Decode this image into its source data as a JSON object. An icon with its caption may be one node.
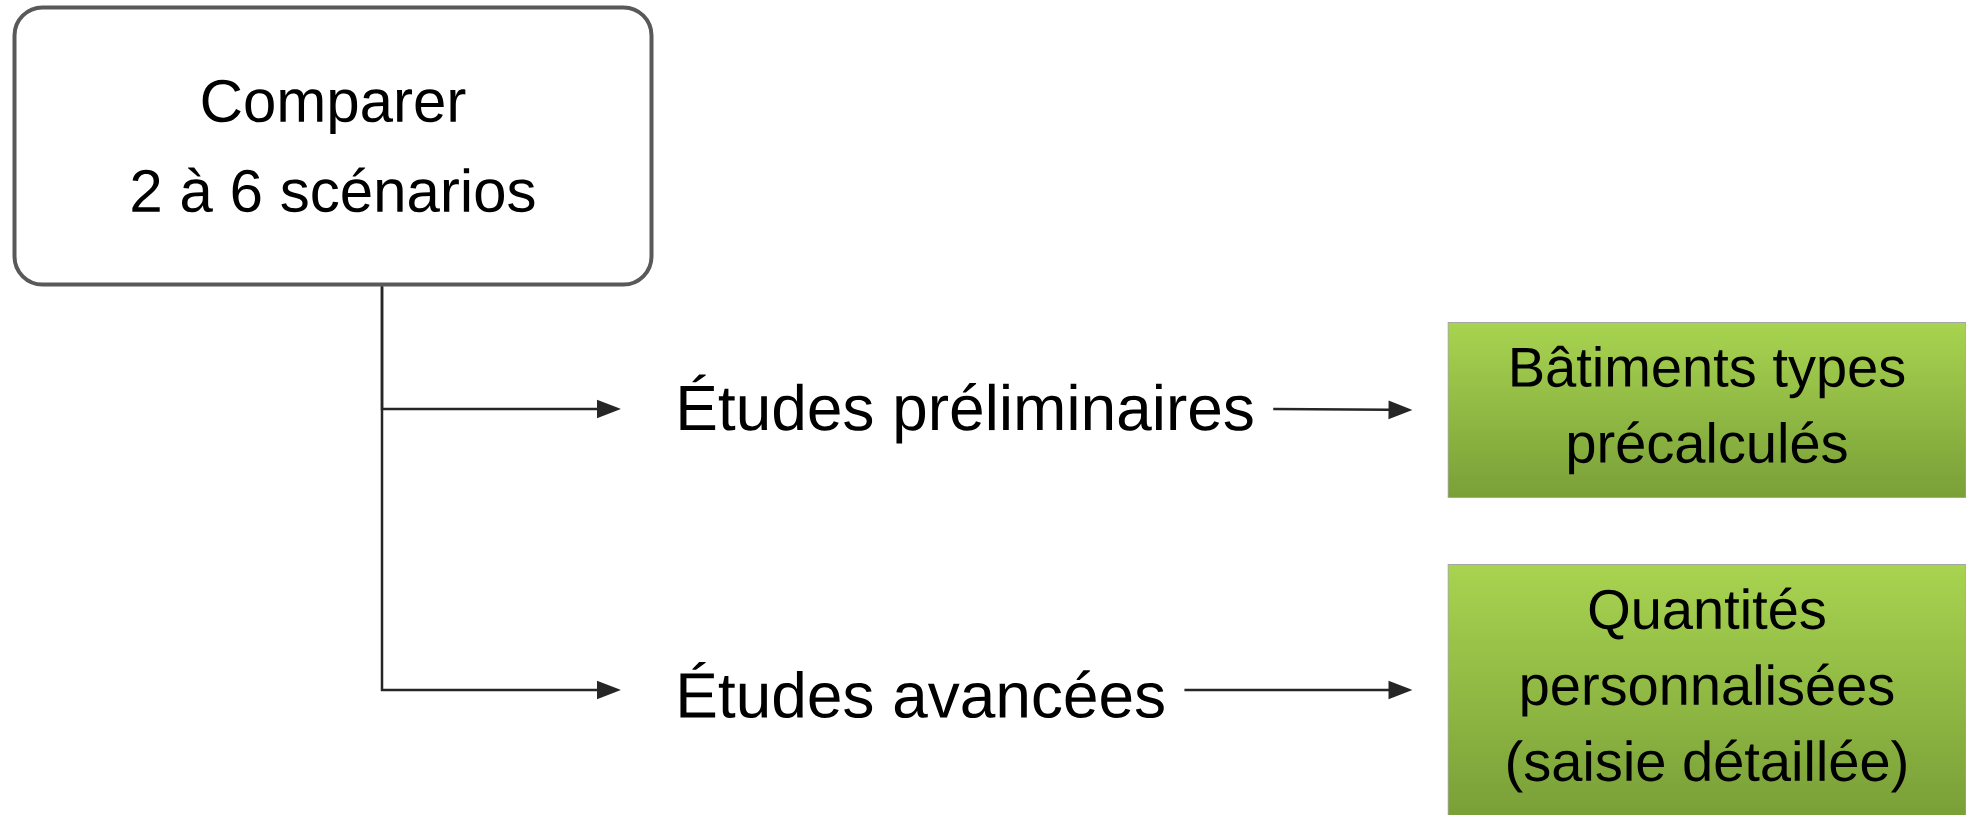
{
  "diagram": {
    "nodes": [
      {
        "text": [
          "Comparer 2 à 6 scénarios"
        ]
      },
      {
        "text": [
          "Études préliminaires"
        ]
      },
      {
        "text": [
          "Études avancées"
        ]
      },
      {
        "text": [
          "Bâtiments types précalculés"
        ]
      },
      {
        "text": [
          "Quantités personnalisées (saisie détaillée)"
        ]
      }
    ],
    "edges": [
      {
        "from": 0,
        "to": 1,
        "arrow": "to"
      },
      {
        "from": 0,
        "to": 2,
        "arrow": "to"
      },
      {
        "from": 1,
        "to": 3,
        "arrow": "to"
      },
      {
        "from": 2,
        "to": 4,
        "arrow": "to"
      }
    ]
  }
}
